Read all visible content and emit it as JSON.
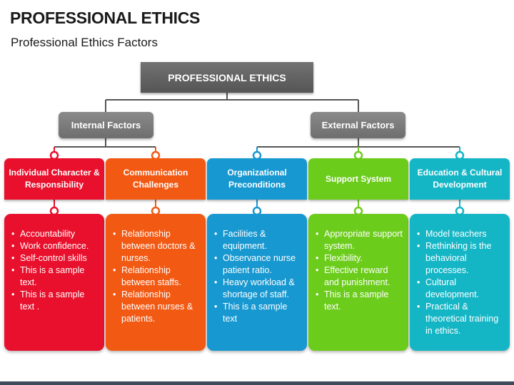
{
  "title": "PROFESSIONAL ETHICS",
  "subtitle": "Professional Ethics Factors",
  "root": "PROFESSIONAL ETHICS",
  "groups": [
    {
      "label": "Internal Factors"
    },
    {
      "label": "External Factors"
    }
  ],
  "categories": [
    {
      "title": "Individual Character & Responsibility",
      "color": "#e8102c",
      "items": [
        "Accountability",
        "Work confidence.",
        "Self-control skills",
        "This is a sample text.",
        "This is a sample text ."
      ]
    },
    {
      "title": "Communication Challenges",
      "color": "#f25a14",
      "items": [
        "Relationship between doctors & nurses.",
        "Relationship between staffs.",
        "Relationship between nurses & patients."
      ]
    },
    {
      "title": "Organizational Preconditions",
      "color": "#1898d0",
      "items": [
        "Facilities & equipment.",
        "Observance nurse patient ratio.",
        "Heavy workload & shortage of staff.",
        "This is a sample text"
      ]
    },
    {
      "title": "Support System",
      "color": "#6ccc1c",
      "items": [
        "Appropriate support system.",
        "Flexibility.",
        "Effective reward and punishment.",
        "This is a sample text."
      ]
    },
    {
      "title": "Education & Cultural Development",
      "color": "#14b6c6",
      "items": [
        "Model teachers",
        "Rethinking is the behavioral processes.",
        "Cultural development.",
        "Practical & theoretical training in ethics."
      ]
    }
  ]
}
